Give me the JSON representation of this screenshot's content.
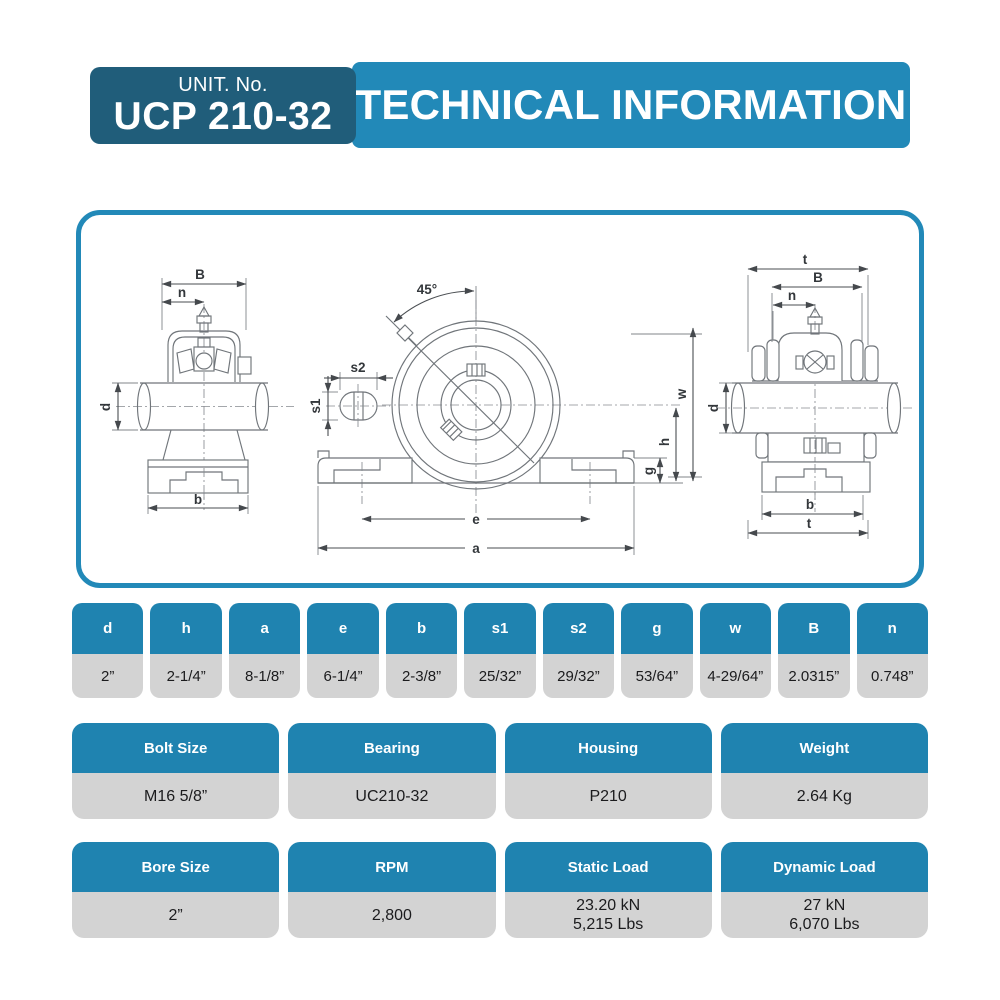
{
  "header": {
    "unit_label": "UNIT. No.",
    "unit_number": "UCP 210-32",
    "title": "TECHNICAL INFORMATION"
  },
  "colors": {
    "banner_dark": "#205d7a",
    "banner_teal": "#2289b8",
    "table_header_teal": "#1f83b0",
    "cell_gray": "#d3d3d3",
    "drawing_line": "#70757a"
  },
  "diagram": {
    "left": {
      "B": "B",
      "n": "n",
      "d": "d",
      "b": "b"
    },
    "front": {
      "angle": "45°",
      "s2": "s2",
      "s1": "s1",
      "w": "w",
      "h": "h",
      "g": "g",
      "e": "e",
      "a": "a"
    },
    "right": {
      "t_top": "t",
      "B": "B",
      "n": "n",
      "d": "d",
      "b": "b",
      "t_bottom": "t"
    }
  },
  "dimensions_table": {
    "columns": [
      {
        "label": "d",
        "value": "2”"
      },
      {
        "label": "h",
        "value": "2-1/4”"
      },
      {
        "label": "a",
        "value": "8-1/8”"
      },
      {
        "label": "e",
        "value": "6-1/4”"
      },
      {
        "label": "b",
        "value": "2-3/8”"
      },
      {
        "label": "s1",
        "value": "25/32”"
      },
      {
        "label": "s2",
        "value": "29/32”"
      },
      {
        "label": "g",
        "value": "53/64”"
      },
      {
        "label": "w",
        "value": "4-29/64”"
      },
      {
        "label": "B",
        "value": "2.0315”"
      },
      {
        "label": "n",
        "value": "0.748”"
      }
    ]
  },
  "specs_table": {
    "columns": [
      {
        "label": "Bolt Size",
        "value": "M16 5/8”"
      },
      {
        "label": "Bearing",
        "value": "UC210-32"
      },
      {
        "label": "Housing",
        "value": "P210"
      },
      {
        "label": "Weight",
        "value": "2.64 Kg"
      }
    ]
  },
  "load_table": {
    "columns": [
      {
        "label": "Bore Size",
        "value": "2”"
      },
      {
        "label": "RPM",
        "value": "2,800"
      },
      {
        "label": "Static Load",
        "value": "23.20 kN",
        "value2": "5,215 Lbs"
      },
      {
        "label": "Dynamic Load",
        "value": "27 kN",
        "value2": "6,070 Lbs"
      }
    ]
  }
}
